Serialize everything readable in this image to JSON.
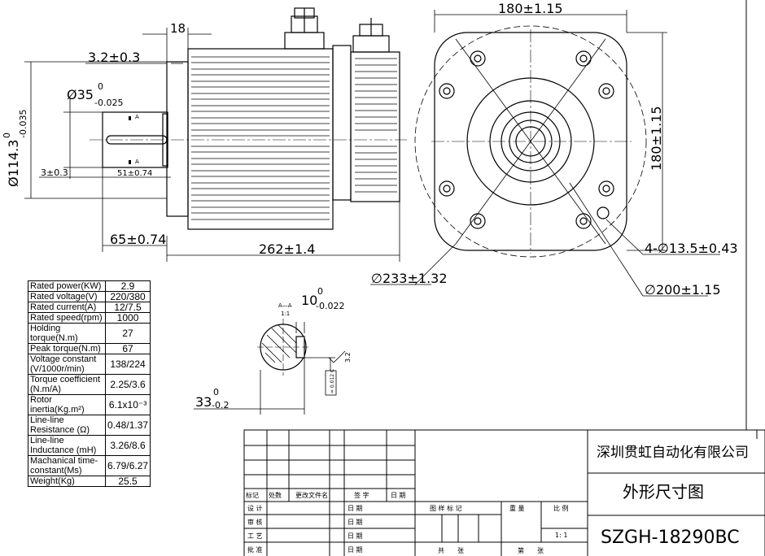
{
  "dims": {
    "flange_thickness": "18",
    "shaft_step": "3.2±0.3",
    "shaft_dia_nominal": "Ø35",
    "shaft_dia_upper": "0",
    "shaft_dia_lower": "-0.025",
    "pilot_dia_nominal": "Ø114.3",
    "pilot_dia_upper": "0",
    "pilot_dia_lower": "-0.035",
    "key_offset": "3±0.3",
    "key_length": "51±0.74",
    "shaft_length": "65±0.74",
    "body_length": "262±1.4",
    "flange_width": "180±1.15",
    "flange_height": "180±1.15",
    "mount_holes": "4-∅13.5±0.43",
    "outer_circle": "∅233±1.32",
    "bolt_circle": "∅200±1.15",
    "key_width_nominal": "10",
    "key_width_upper": "0",
    "key_width_lower": "-0.022",
    "key_depth_nominal": "33",
    "key_depth_upper": "0",
    "key_depth_lower": "-0.2",
    "section_label": "A—A",
    "section_scale": "1:1",
    "section_mark": "A",
    "roughness": "3.2",
    "tolerance_box": "= 0.012 C"
  },
  "specs": [
    {
      "label": "Rated power(KW)",
      "value": "2.9"
    },
    {
      "label": "Rated voltage(V)",
      "value": "220/380"
    },
    {
      "label": "Rated current(A)",
      "value": "12/7.5"
    },
    {
      "label": "Rated speed(rpm)",
      "value": "1000"
    },
    {
      "label": "Holding torque(N.m)",
      "value": "27"
    },
    {
      "label": "Peak torque(N.m)",
      "value": "67"
    },
    {
      "label": "Voltage constant (V/1000r/min)",
      "value": "138/224"
    },
    {
      "label": "Torque coefficient (N.m/A)",
      "value": "2.25/3.6"
    },
    {
      "label": "Rotor inertia(Kg.m²)",
      "value": "6.1x10⁻³"
    },
    {
      "label": "Line-line Resistance (Ω)",
      "value": "0.48/1.37"
    },
    {
      "label": "Line-line Inductance (mH)",
      "value": "3.26/8.6"
    },
    {
      "label": "Machanical time-constant(Ms)",
      "value": "6.79/6.27"
    },
    {
      "label": "Weight(Kg)",
      "value": "25.5"
    }
  ],
  "title_block": {
    "company": "深圳贯虹自动化有限公司",
    "drawing_title": "外形尺寸图",
    "model": "SZGH-18290BC",
    "rev_headers": [
      "标记",
      "处数",
      "更改文件名",
      "签 字",
      "日 期"
    ],
    "roles": [
      "设 计",
      "审 核",
      "工 艺",
      "批 准"
    ],
    "date_label": "日 期",
    "drawing_mark": "图 样 标 记",
    "weight": "重 量",
    "scale_label": "比 例",
    "scale_value": "1: 1",
    "total_sheets": "共　　张",
    "sheet_no": "第　　张"
  }
}
